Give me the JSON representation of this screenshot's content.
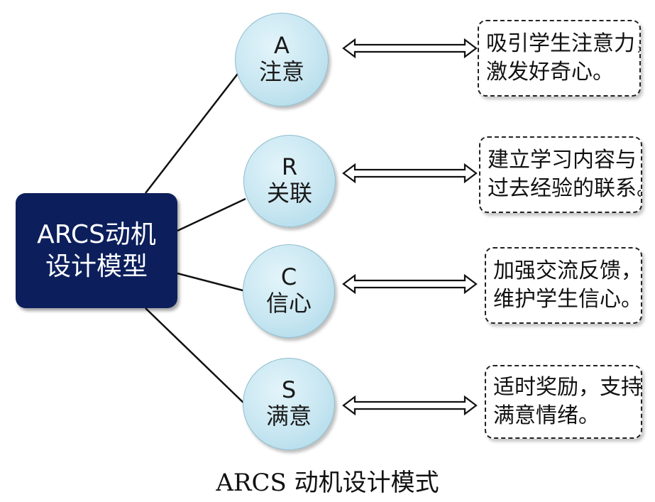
{
  "center": {
    "line1": "ARCS动机",
    "line2": "设计模型"
  },
  "nodes": [
    {
      "letter": "A",
      "word": "注意",
      "desc_line1": "吸引学生注意力，",
      "desc_line2": "激发好奇心。"
    },
    {
      "letter": "R",
      "word": "关联",
      "desc_line1": "建立学习内容与",
      "desc_line2": "过去经验的联系。"
    },
    {
      "letter": "C",
      "word": "信心",
      "desc_line1": "加强交流反馈，",
      "desc_line2": "维护学生信心。"
    },
    {
      "letter": "S",
      "word": "满意",
      "desc_line1": "适时奖励，支持",
      "desc_line2": "满意情绪。"
    }
  ],
  "caption": "ARCS 动机设计模式",
  "colors": {
    "center_fill": "#0c1f5c",
    "circle_fill": "#c7e6f1",
    "text": "#111111"
  }
}
